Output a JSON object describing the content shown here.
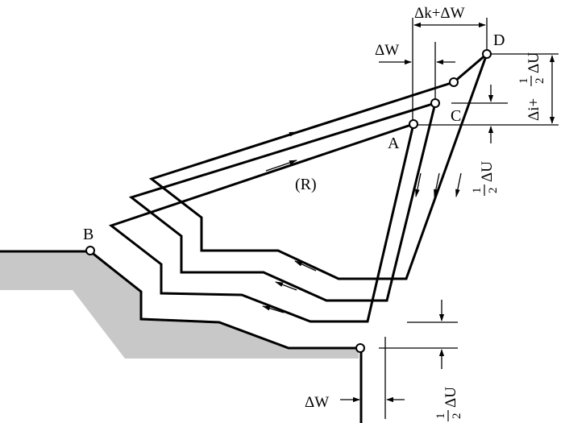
{
  "points": {
    "A": "A",
    "B": "B",
    "C": "C",
    "D": "D"
  },
  "region_label": "(R)",
  "dimensions": {
    "dk_dw": "Δk+ΔW",
    "dw_top": "ΔW",
    "di_half_du": {
      "main": "Δi+",
      "frac_num": "1",
      "frac_den": "2",
      "unit": "ΔU"
    },
    "half_du_right": {
      "frac_num": "1",
      "frac_den": "2",
      "unit": "ΔU"
    },
    "dw_bottom": "ΔW",
    "half_du_bottom": {
      "frac_num": "1",
      "frac_den": "2",
      "unit": "ΔU"
    }
  },
  "colors": {
    "workpiece": "#c8c8c8",
    "line": "#000000",
    "background": "#ffffff"
  }
}
